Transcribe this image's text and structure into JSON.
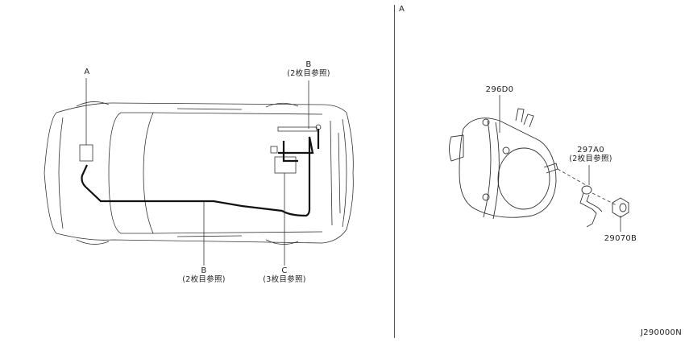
{
  "diagram": {
    "panel_left": {
      "callouts": [
        {
          "id": "A",
          "label": "A",
          "sub": ""
        },
        {
          "id": "B_top",
          "label": "B",
          "sub": "(2枚目参照)"
        },
        {
          "id": "B_bottom",
          "label": "B",
          "sub": "(2枚目参照)"
        },
        {
          "id": "C",
          "label": "C",
          "sub": "(3枚目参照)"
        }
      ]
    },
    "panel_right": {
      "view_label": "A",
      "parts": [
        {
          "part_no": "296D0",
          "sub": ""
        },
        {
          "part_no": "297A0",
          "sub": "(2枚目参照)"
        },
        {
          "part_no": "29070B",
          "sub": ""
        }
      ]
    },
    "drawing_id": "J290000N"
  }
}
